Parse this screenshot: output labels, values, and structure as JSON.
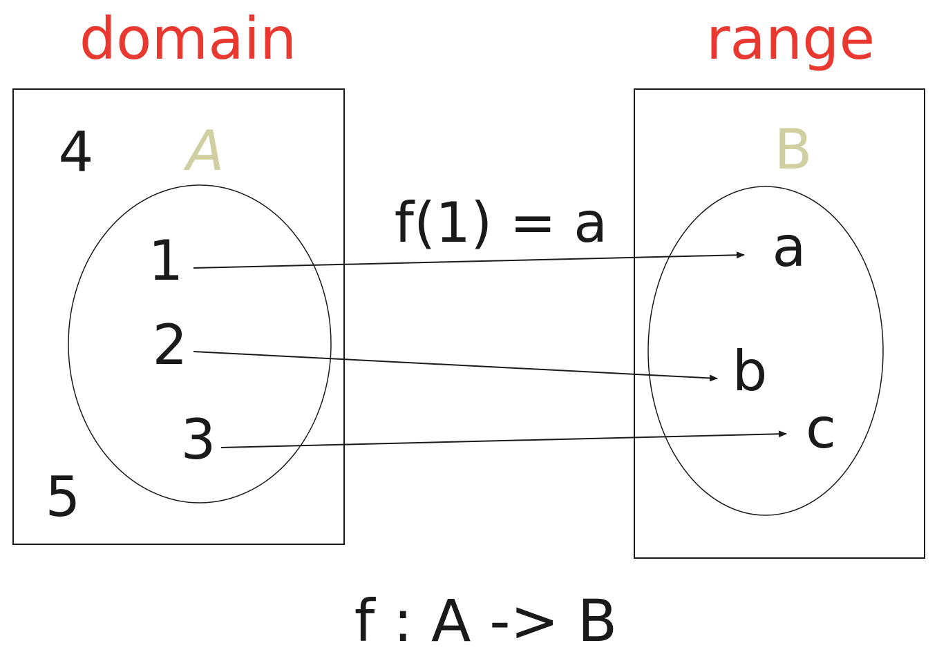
{
  "labels": {
    "domain_heading": "domain",
    "range_heading": "range",
    "set_a_name": "A",
    "set_b_name": "B",
    "mapping_example": "f(1) = a",
    "function_signature": "f : A -> B"
  },
  "domain_set": {
    "inside": [
      "1",
      "2",
      "3"
    ],
    "outside": [
      "4",
      "5"
    ]
  },
  "range_set": {
    "inside": [
      "a",
      "b",
      "c"
    ]
  },
  "mappings": [
    {
      "from": "1",
      "to": "a"
    },
    {
      "from": "2",
      "to": "b"
    },
    {
      "from": "3",
      "to": "c"
    }
  ],
  "colors": {
    "heading": "#e8382f",
    "set_name": "#cfcfa2",
    "ink": "#1a1a1a"
  }
}
